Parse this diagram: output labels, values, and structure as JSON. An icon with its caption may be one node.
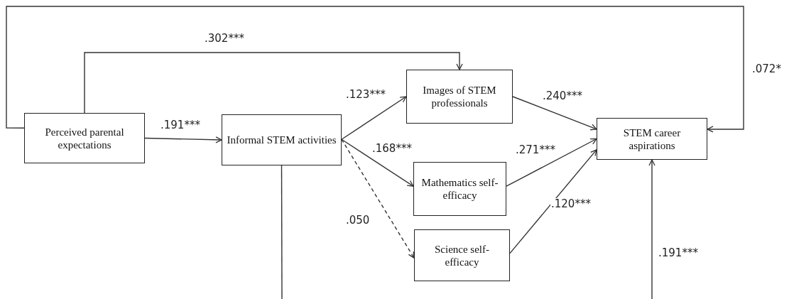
{
  "diagram": {
    "nodes": [
      {
        "text": [
          "Perceived parental expectations"
        ]
      },
      {
        "text": [
          "Informal STEM activities"
        ]
      },
      {
        "text": [
          "Images of STEM professionals"
        ]
      },
      {
        "text": [
          "Mathematics self-efficacy"
        ]
      },
      {
        "text": [
          "Science self-efficacy"
        ]
      },
      {
        "text": [
          "STEM career aspirations"
        ]
      }
    ],
    "edges": [
      {
        "from": 0,
        "to": 1,
        "arrow": "to",
        "label": ".191***"
      },
      {
        "from": 0,
        "to": 2,
        "arrow": "to",
        "label": ".302***"
      },
      {
        "from": 0,
        "to": 5,
        "arrow": "to",
        "label": ".072*"
      },
      {
        "from": 1,
        "to": 2,
        "arrow": "to",
        "label": ".123***"
      },
      {
        "from": 1,
        "to": 3,
        "arrow": "to",
        "label": ".168***"
      },
      {
        "from": 1,
        "to": 4,
        "arrow": "to",
        "label": ".050",
        "style": "dashed"
      },
      {
        "from": 2,
        "to": 5,
        "arrow": "to",
        "label": ".240***"
      },
      {
        "from": 3,
        "to": 5,
        "arrow": "to",
        "label": ".271***"
      },
      {
        "from": 4,
        "to": 5,
        "arrow": "to",
        "label": ".120***"
      },
      {
        "from": 1,
        "to": null,
        "arrow": "none"
      },
      {
        "from": null,
        "to": 5,
        "arrow": "to",
        "label": ".191***"
      }
    ]
  }
}
